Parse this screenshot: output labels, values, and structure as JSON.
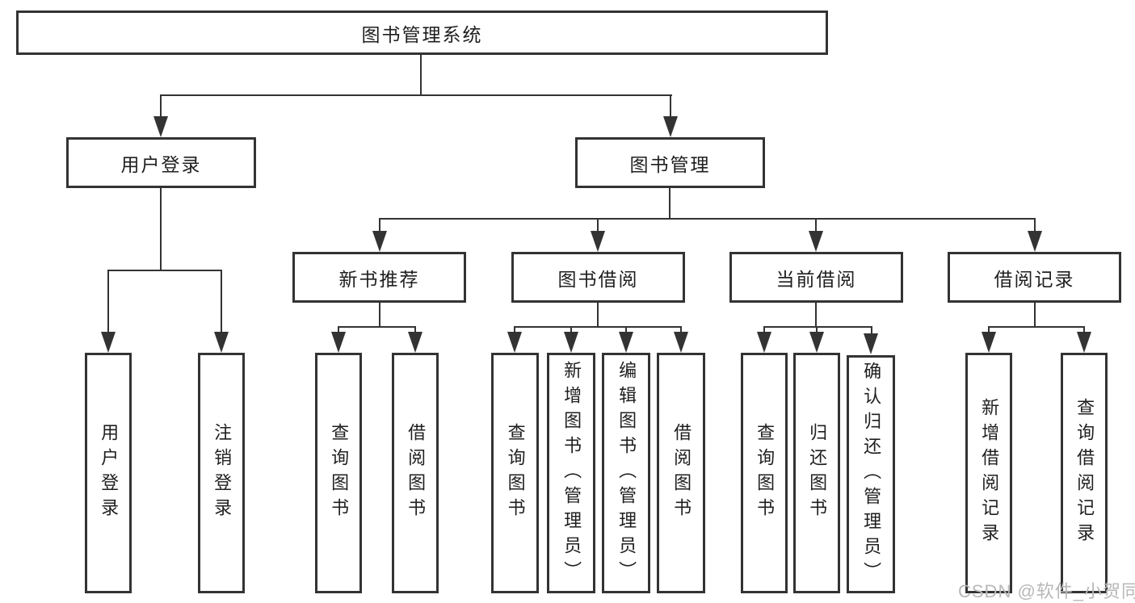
{
  "tree": {
    "root": {
      "label": "图书管理系统"
    },
    "branches": [
      {
        "label": "用户登录",
        "children": [
          {
            "label": "用户登录"
          },
          {
            "label": "注销登录"
          }
        ]
      },
      {
        "label": "图书管理",
        "children": [
          {
            "label": "新书推荐",
            "children": [
              {
                "label": "查询图书"
              },
              {
                "label": "借阅图书"
              }
            ]
          },
          {
            "label": "图书借阅",
            "children": [
              {
                "label": "查询图书"
              },
              {
                "label": "新增图书（管理员）"
              },
              {
                "label": "编辑图书（管理员）"
              },
              {
                "label": "借阅图书"
              }
            ]
          },
          {
            "label": "当前借阅",
            "children": [
              {
                "label": "查询图书"
              },
              {
                "label": "归还图书"
              },
              {
                "label": "确认归还（管理员）"
              }
            ]
          },
          {
            "label": "借阅记录",
            "children": [
              {
                "label": "新增借阅记录"
              },
              {
                "label": "查询借阅记录"
              }
            ]
          }
        ]
      }
    ]
  },
  "watermark": {
    "text": "CSDN @软件_小贺同学"
  },
  "colors": {
    "line": "#333333",
    "text": "#1f1f1f",
    "box_background": "#ffffff",
    "watermark": "#b8b8b8",
    "background": "#ffffff"
  }
}
